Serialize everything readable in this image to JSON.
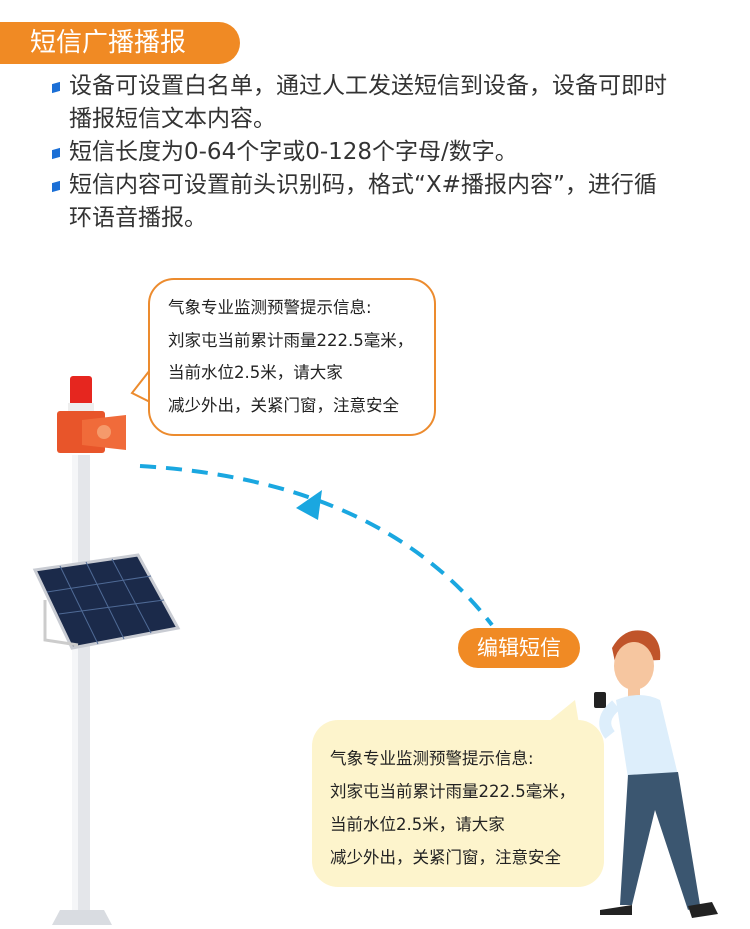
{
  "header": {
    "title": "短信广播播报"
  },
  "bullets": [
    {
      "line1": "设备可设置白名单，通过人工发送短信到设备，设备可即时",
      "line2": "播报短信文本内容。"
    },
    {
      "line1": "短信长度为0-64个字或0-128个字母/数字。"
    },
    {
      "line1": "短信内容可设置前头识别码，格式“X#播报内容”，进行循",
      "line2": "环语音播报。"
    }
  ],
  "speaker_bubble": {
    "lines": [
      "气象专业监测预警提示信息:",
      "刘家屯当前累计雨量222.5毫米，",
      "当前水位2.5米，请大家",
      "减少外出，关紧门窗，注意安全"
    ]
  },
  "edit_button": {
    "label": "编辑短信"
  },
  "sms_bubble": {
    "lines": [
      "气象专业监测预警提示信息:",
      "刘家屯当前累计雨量222.5毫米，",
      "当前水位2.5米，请大家",
      "减少外出，关紧门窗，注意安全"
    ]
  },
  "colors": {
    "orange": "#f08a24",
    "blue_arrow": "#1aa7e0",
    "bullet_blue": "#1b6fd6",
    "cream": "#fdf4cc"
  }
}
